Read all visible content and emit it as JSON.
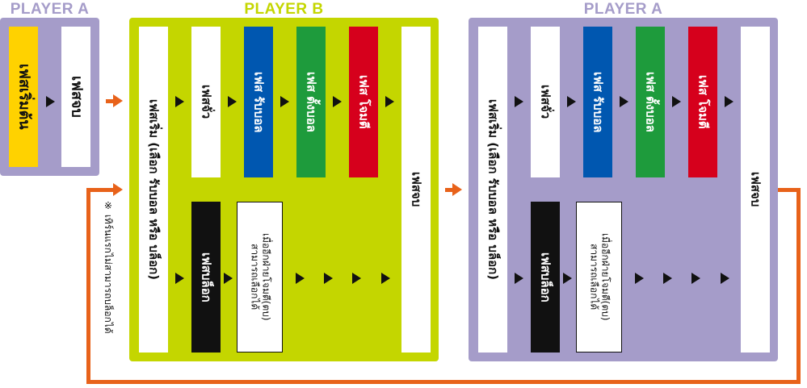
{
  "colors": {
    "purple": "#a59cc9",
    "green": "#c4d600",
    "orange": "#e8621a",
    "yellow": "#ffd200",
    "blue": "#0057b0",
    "darkgreen": "#1e9b3c",
    "red": "#d6001c",
    "black": "#111111",
    "white": "#ffffff"
  },
  "left": {
    "label": "PLAYER A",
    "start": "เฟสเริ่มต้น",
    "end": "เฟสจบ"
  },
  "middle": {
    "label": "PLAYER B",
    "main": "เฟสเริ่ม (เลือก รับบอล หรือ บล็อก)",
    "draw": "เฟสจั่ว",
    "receive": "เฟส รับบอล",
    "toss": "เฟส ตั้งบอล",
    "attack": "เฟส โจมตี",
    "end": "เฟสจบ",
    "block": "เฟสบล็อก",
    "note_line1": "สามารถเลือกได้",
    "note_line2": "เมื่ออีกฝ่ายโจมตี(ตบ)"
  },
  "right": {
    "label": "PLAYER A",
    "main": "เฟสเริ่ม (เลือก รับบอล หรือ บล็อก)",
    "draw": "เฟสจั่ว",
    "receive": "เฟส รับบอล",
    "toss": "เฟส ตั้งบอล",
    "attack": "เฟส โจมตี",
    "end": "เฟสจบ",
    "block": "เฟสบล็อก",
    "note_line1": "สามารถเลือกได้",
    "note_line2": "เมื่ออีกฝ่ายโจมตี(ตบ)"
  },
  "side_note": "※ เทิร์นแรกไม่สามารถบล็อกได้"
}
